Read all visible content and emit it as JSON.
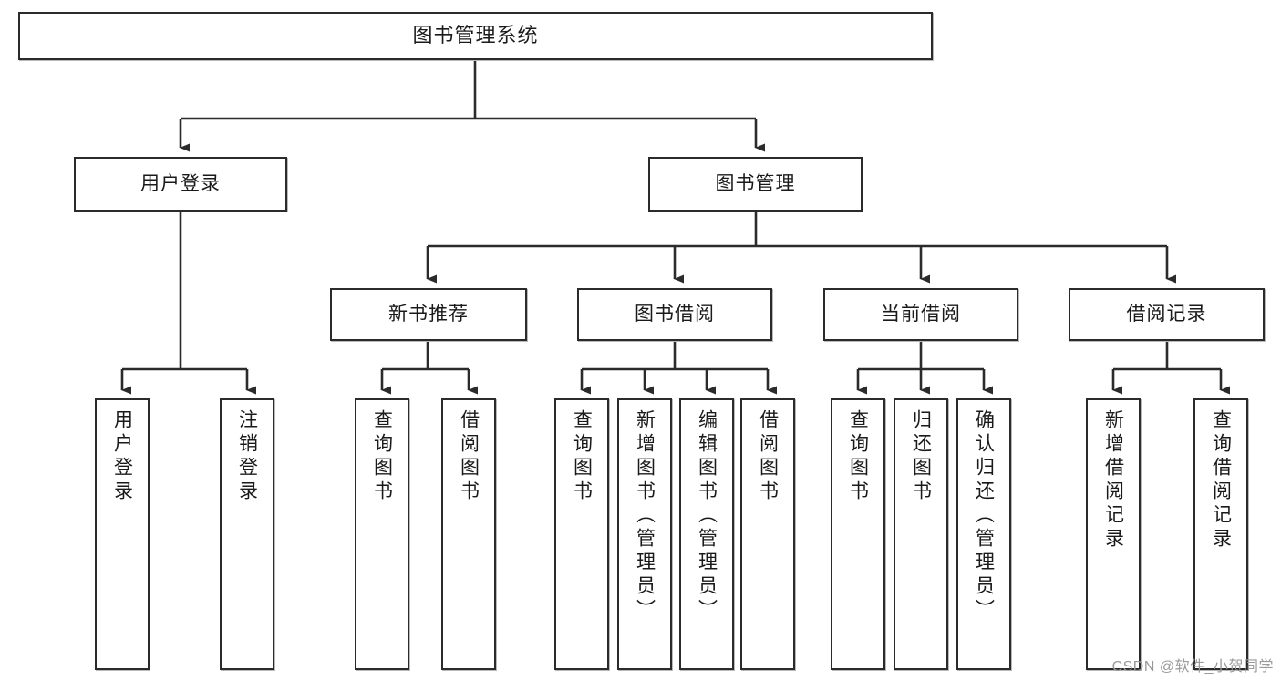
{
  "diagram": {
    "type": "tree",
    "title": "图书管理系统",
    "watermark": "CSDN @软件_小贺同学",
    "colors": {
      "box_border": "#2b2b2b",
      "box_fill": "#ffffff",
      "connector": "#2b2b2b",
      "text": "#1a1a1a",
      "watermark": "#9a9a9a"
    },
    "nodes": {
      "root": {
        "label": "图书管理系统"
      },
      "level2": [
        {
          "label": "用户登录"
        },
        {
          "label": "图书管理"
        }
      ],
      "level3": [
        {
          "label": "新书推荐"
        },
        {
          "label": "图书借阅"
        },
        {
          "label": "当前借阅"
        },
        {
          "label": "借阅记录"
        }
      ],
      "leaves_user_login": [
        {
          "label": "用户登录"
        },
        {
          "label": "注销登录"
        }
      ],
      "leaves_new_books": [
        {
          "label": "查询图书"
        },
        {
          "label": "借阅图书"
        }
      ],
      "leaves_borrow": [
        {
          "label": "查询图书"
        },
        {
          "label": "新增图书（管理员）"
        },
        {
          "label": "编辑图书（管理员）"
        },
        {
          "label": "借阅图书"
        }
      ],
      "leaves_current": [
        {
          "label": "查询图书"
        },
        {
          "label": "归还图书"
        },
        {
          "label": "确认归还（管理员）"
        }
      ],
      "leaves_records": [
        {
          "label": "新增借阅记录"
        },
        {
          "label": "查询借阅记录"
        }
      ]
    }
  }
}
